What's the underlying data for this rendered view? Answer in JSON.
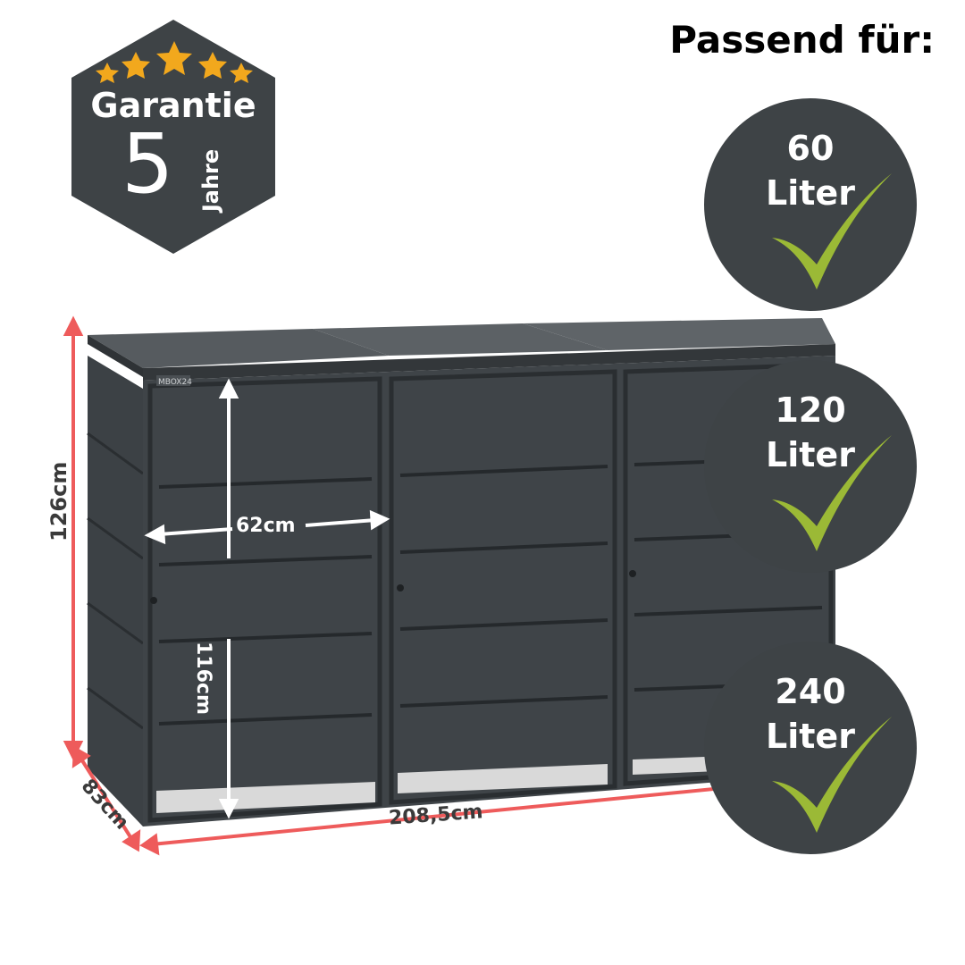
{
  "header": {
    "title": "Passend für:"
  },
  "badge": {
    "line1": "Garantie",
    "number": "5",
    "unit": "Jahre",
    "stars": 5,
    "star_color": "#f2a81d",
    "color": "#3e4346"
  },
  "product": {
    "brand": "MBOX24",
    "color": "#3f4448"
  },
  "dimensions": {
    "height": "126cm",
    "depth": "83cm",
    "width": "208,5cm",
    "inner_width": "62cm",
    "inner_height": "116cm",
    "arrow_color": "#ee5b5b"
  },
  "capacities": [
    {
      "value": "60",
      "unit": "Liter"
    },
    {
      "value": "120",
      "unit": "Liter"
    },
    {
      "value": "240",
      "unit": "Liter"
    }
  ],
  "check_color": "#9bb936"
}
